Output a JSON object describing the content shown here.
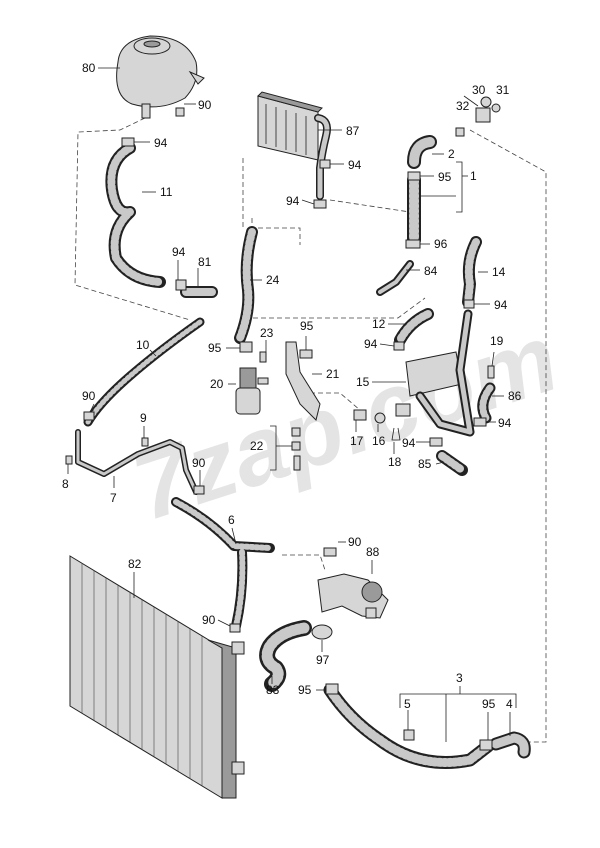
{
  "watermark": "7zap.com",
  "callouts": {
    "c80": "80",
    "c90a": "90",
    "c94a": "94",
    "c11": "11",
    "c94b": "94",
    "c81": "81",
    "c87": "87",
    "c94c": "94",
    "c94d": "94",
    "c24": "24",
    "c30": "30",
    "c31": "31",
    "c32": "32",
    "c2": "2",
    "c95a": "95",
    "c1": "1",
    "c96": "96",
    "c84": "84",
    "c14": "14",
    "c94e": "94",
    "c10": "10",
    "c23": "23",
    "c95b": "95",
    "c95c": "95",
    "c12": "12",
    "c94f": "94",
    "c19": "19",
    "c20": "20",
    "c21": "21",
    "c15": "15",
    "c86": "86",
    "c94g": "94",
    "c90b": "90",
    "c9": "9",
    "c22": "22",
    "c17": "17",
    "c16": "16",
    "c18": "18",
    "c90c": "90",
    "c8": "8",
    "c7": "7",
    "c85": "85",
    "c6": "6",
    "c90d": "90",
    "c88": "88",
    "c82": "82",
    "c90e": "90",
    "c97": "97",
    "c83": "83",
    "c3": "3",
    "c95d": "95",
    "c5": "5",
    "c95e": "95",
    "c4": "4"
  },
  "colors": {
    "line": "#222222",
    "part_fill": "#d6d6d6",
    "background": "#ffffff"
  }
}
